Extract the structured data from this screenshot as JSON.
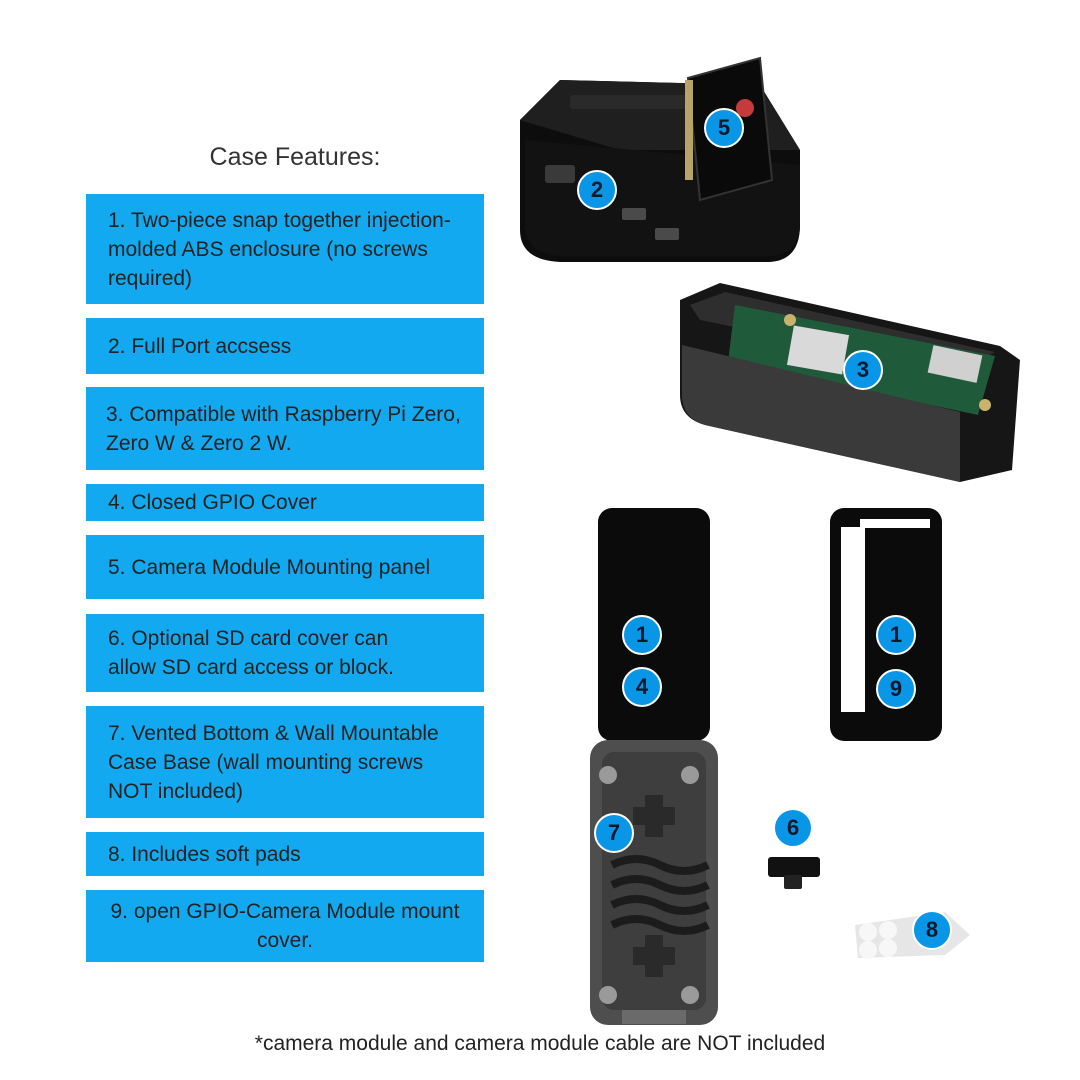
{
  "title": "Case Features:",
  "features": [
    "1. Two-piece snap together injection-\nmolded ABS enclosure (no screws\nrequired)",
    "2. Full Port accsess",
    "3. Compatible with Raspberry Pi Zero,\nZero W & Zero 2 W.",
    "4.  Closed GPIO Cover",
    "5. Camera Module Mounting panel",
    "6. Optional SD card cover can\nallow SD card access or block.",
    "7. Vented Bottom & Wall Mountable\nCase Base (wall mounting screws\nNOT included)",
    "8. Includes soft pads",
    "9. open GPIO-Camera Module mount\ncover."
  ],
  "badges": [
    "5",
    "2",
    "3",
    "1",
    "4",
    "1",
    "9",
    "7",
    "6",
    "8"
  ],
  "footnote": "*camera module and camera module cable are NOT included",
  "colors": {
    "feature_bg": "#12a9f0",
    "badge": "#0a96e6",
    "case": "#0d0d0d"
  }
}
